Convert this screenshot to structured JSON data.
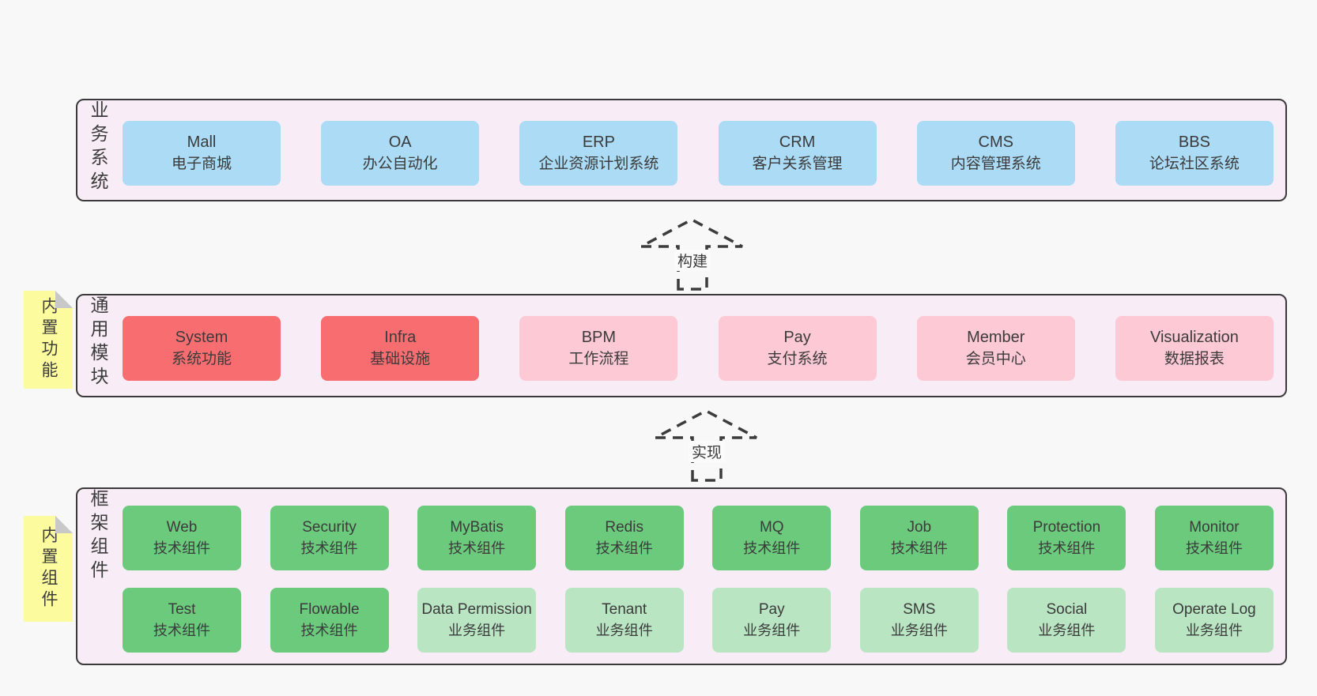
{
  "colors": {
    "page_bg": "#f8f8f8",
    "band_bg": "#f8edf6",
    "band_border": "#3a3a3a",
    "card_blue": "#abdbf5",
    "card_red": "#f76d70",
    "card_pink": "#fdc9d4",
    "card_green": "#6cca7d",
    "card_light_green": "#b9e5c3",
    "sticky_yellow": "#fcfc9f",
    "sticky_fold_gray": "#c8c8c8",
    "text": "#3b3b3b"
  },
  "arrows": [
    {
      "label": "构建"
    },
    {
      "label": "实现"
    }
  ],
  "bands": [
    {
      "label": "业务系统",
      "cards": [
        {
          "title": "Mall",
          "subtitle": "电子商城"
        },
        {
          "title": "OA",
          "subtitle": "办公自动化"
        },
        {
          "title": "ERP",
          "subtitle": "企业资源计划系统"
        },
        {
          "title": "CRM",
          "subtitle": "客户关系管理"
        },
        {
          "title": "CMS",
          "subtitle": "内容管理系统"
        },
        {
          "title": "BBS",
          "subtitle": "论坛社区系统"
        }
      ]
    },
    {
      "label": "通用模块",
      "note": "内置功能",
      "cards": [
        {
          "title": "System",
          "subtitle": "系统功能"
        },
        {
          "title": "Infra",
          "subtitle": "基础设施"
        },
        {
          "title": "BPM",
          "subtitle": "工作流程"
        },
        {
          "title": "Pay",
          "subtitle": "支付系统"
        },
        {
          "title": "Member",
          "subtitle": "会员中心"
        },
        {
          "title": "Visualization",
          "subtitle": "数据报表"
        }
      ]
    },
    {
      "label": "框架组件",
      "note": "内置组件",
      "rows": [
        [
          {
            "title": "Web",
            "subtitle": "技术组件"
          },
          {
            "title": "Security",
            "subtitle": "技术组件"
          },
          {
            "title": "MyBatis",
            "subtitle": "技术组件"
          },
          {
            "title": "Redis",
            "subtitle": "技术组件"
          },
          {
            "title": "MQ",
            "subtitle": "技术组件"
          },
          {
            "title": "Job",
            "subtitle": "技术组件"
          },
          {
            "title": "Protection",
            "subtitle": "技术组件"
          },
          {
            "title": "Monitor",
            "subtitle": "技术组件"
          }
        ],
        [
          {
            "title": "Test",
            "subtitle": "技术组件"
          },
          {
            "title": "Flowable",
            "subtitle": "技术组件"
          },
          {
            "title": "Data Permission",
            "subtitle": "业务组件"
          },
          {
            "title": "Tenant",
            "subtitle": "业务组件"
          },
          {
            "title": "Pay",
            "subtitle": "业务组件"
          },
          {
            "title": "SMS",
            "subtitle": "业务组件"
          },
          {
            "title": "Social",
            "subtitle": "业务组件"
          },
          {
            "title": "Operate Log",
            "subtitle": "业务组件"
          }
        ]
      ]
    }
  ]
}
